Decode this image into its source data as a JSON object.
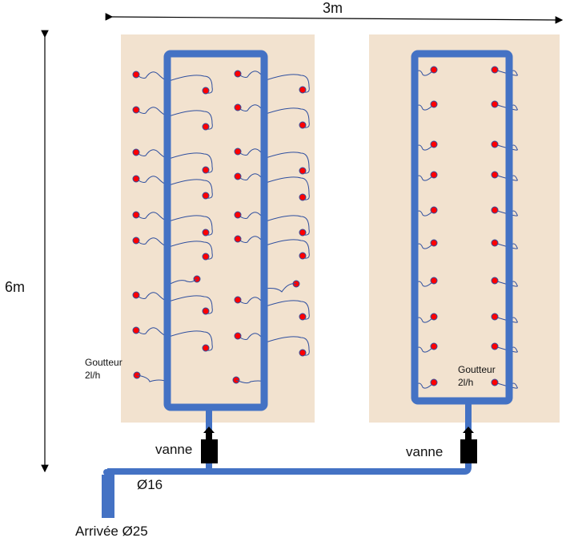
{
  "dimensions": {
    "width": "3m",
    "height": "6m"
  },
  "labels": {
    "dripper_left": [
      "Goutteur",
      "2l/h"
    ],
    "dripper_right": [
      "Goutteur",
      "2l/h"
    ],
    "valve_left": "vanne",
    "valve_right": "vanne",
    "pipe_small": "Ø16",
    "inlet": "Arrivée  Ø25"
  },
  "colors": {
    "bed": "#f2e2cf",
    "pipe": "#4472c4",
    "dripper": "#ff0000",
    "valve": "#000000"
  }
}
